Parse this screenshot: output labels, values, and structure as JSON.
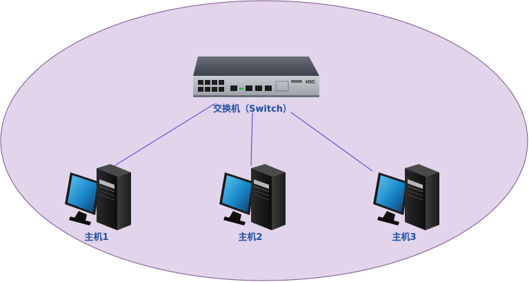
{
  "colors": {
    "network_fill": "#e2d4ea",
    "network_stroke": "#7a4f8f",
    "link": "#3a3ad6",
    "label": "#1f4fa8"
  },
  "switch": {
    "label": "交换机（Switch）",
    "brand": "H3C",
    "icon": "network-switch-icon"
  },
  "hosts": [
    {
      "label": "主机1",
      "icon": "desktop-computer-icon"
    },
    {
      "label": "主机2",
      "icon": "desktop-computer-icon"
    },
    {
      "label": "主机3",
      "icon": "desktop-computer-icon"
    }
  ]
}
